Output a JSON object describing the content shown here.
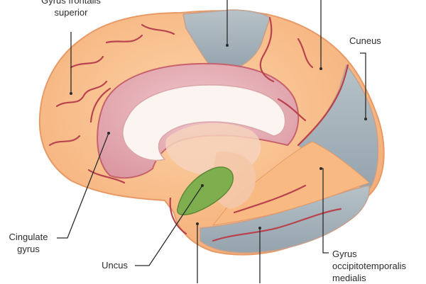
{
  "labels": {
    "gyrus_frontalis_superior": {
      "line1": "Gyrus frontalis",
      "line2": "superior"
    },
    "cuneus": "Cuneus",
    "cingulate_gyrus": {
      "line1": "Cingulate",
      "line2": "gyrus"
    },
    "uncus": "Uncus",
    "gyrus_occipitotemporalis_medialis": {
      "line1": "Gyrus",
      "line2": "occipitotemporalis",
      "line3": "medialis"
    }
  },
  "colors": {
    "frontal_orange": "#f9c08c",
    "parietal_gray": "#a9b6bd",
    "cingulate_pink": "#e7aeb5",
    "callosum_white": "#fbf4f1",
    "uncus_green": "#7fae4f",
    "temporal_gray": "#9fadb6",
    "sulcus_red": "#b8434e"
  }
}
